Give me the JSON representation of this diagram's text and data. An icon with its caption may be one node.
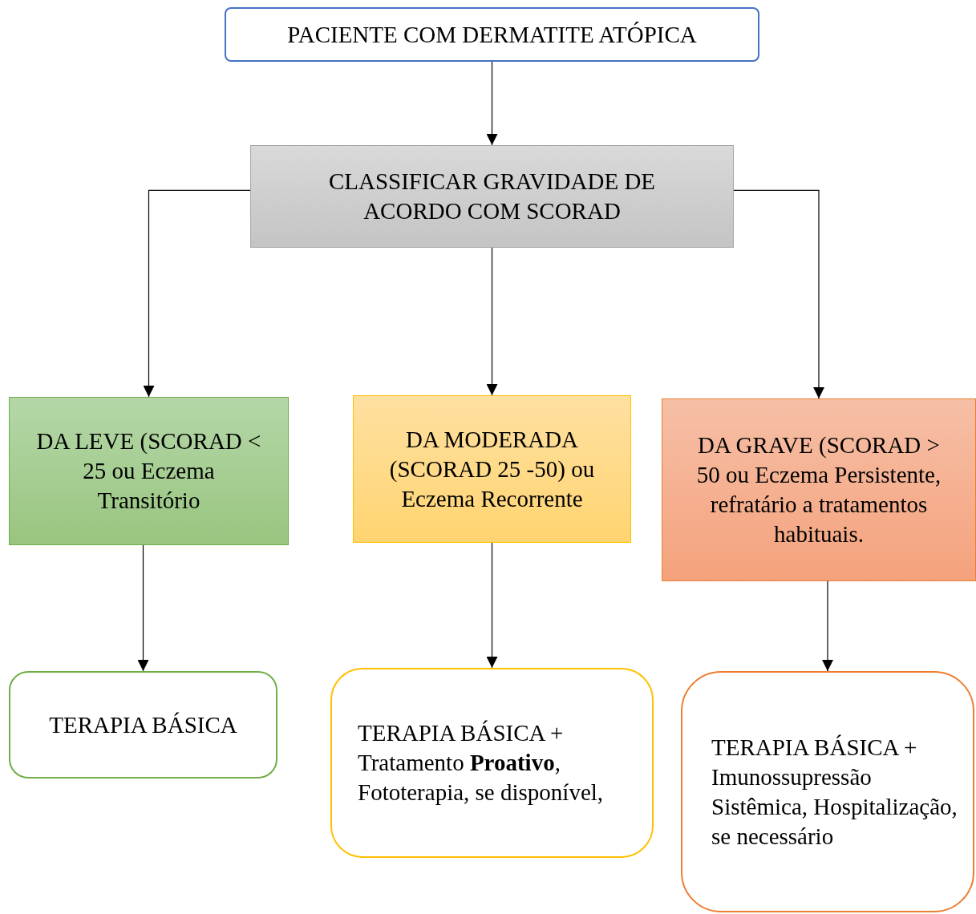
{
  "diagram": {
    "nodes": [
      {
        "text": [
          "PACIENTE COM DERMATITE ATÓPICA"
        ]
      },
      {
        "text": [
          "CLASSIFICAR GRAVIDADE DE ACORDO COM SCORAD"
        ]
      },
      {
        "text": [
          "DA LEVE (SCORAD < 25 ou Eczema Transitório"
        ]
      },
      {
        "text": [
          "DA MODERADA (SCORAD 25 -50) ou Eczema Recorrente"
        ]
      },
      {
        "text": [
          "DA GRAVE (SCORAD > 50 ou Eczema Persistente, refratário a tratamentos habituais."
        ]
      },
      {
        "text": [
          "TERAPIA BÁSICA"
        ]
      },
      {
        "text": [
          "TERAPIA BÁSICA + Tratamento **Proativo**, Fototerapia, se disponível,"
        ]
      },
      {
        "text": [
          "TERAPIA BÁSICA + Imunossupressão Sistêmica, Hospitalização, se necessário"
        ]
      }
    ],
    "edges": [
      {
        "from": 0,
        "to": 1,
        "arrow": "to"
      },
      {
        "from": 1,
        "to": 2,
        "arrow": "to"
      },
      {
        "from": 1,
        "to": 3,
        "arrow": "to"
      },
      {
        "from": 1,
        "to": 4,
        "arrow": "to"
      },
      {
        "from": 2,
        "to": 5,
        "arrow": "to"
      },
      {
        "from": 3,
        "to": 6,
        "arrow": "to"
      },
      {
        "from": 4,
        "to": 7,
        "arrow": "to"
      }
    ]
  }
}
